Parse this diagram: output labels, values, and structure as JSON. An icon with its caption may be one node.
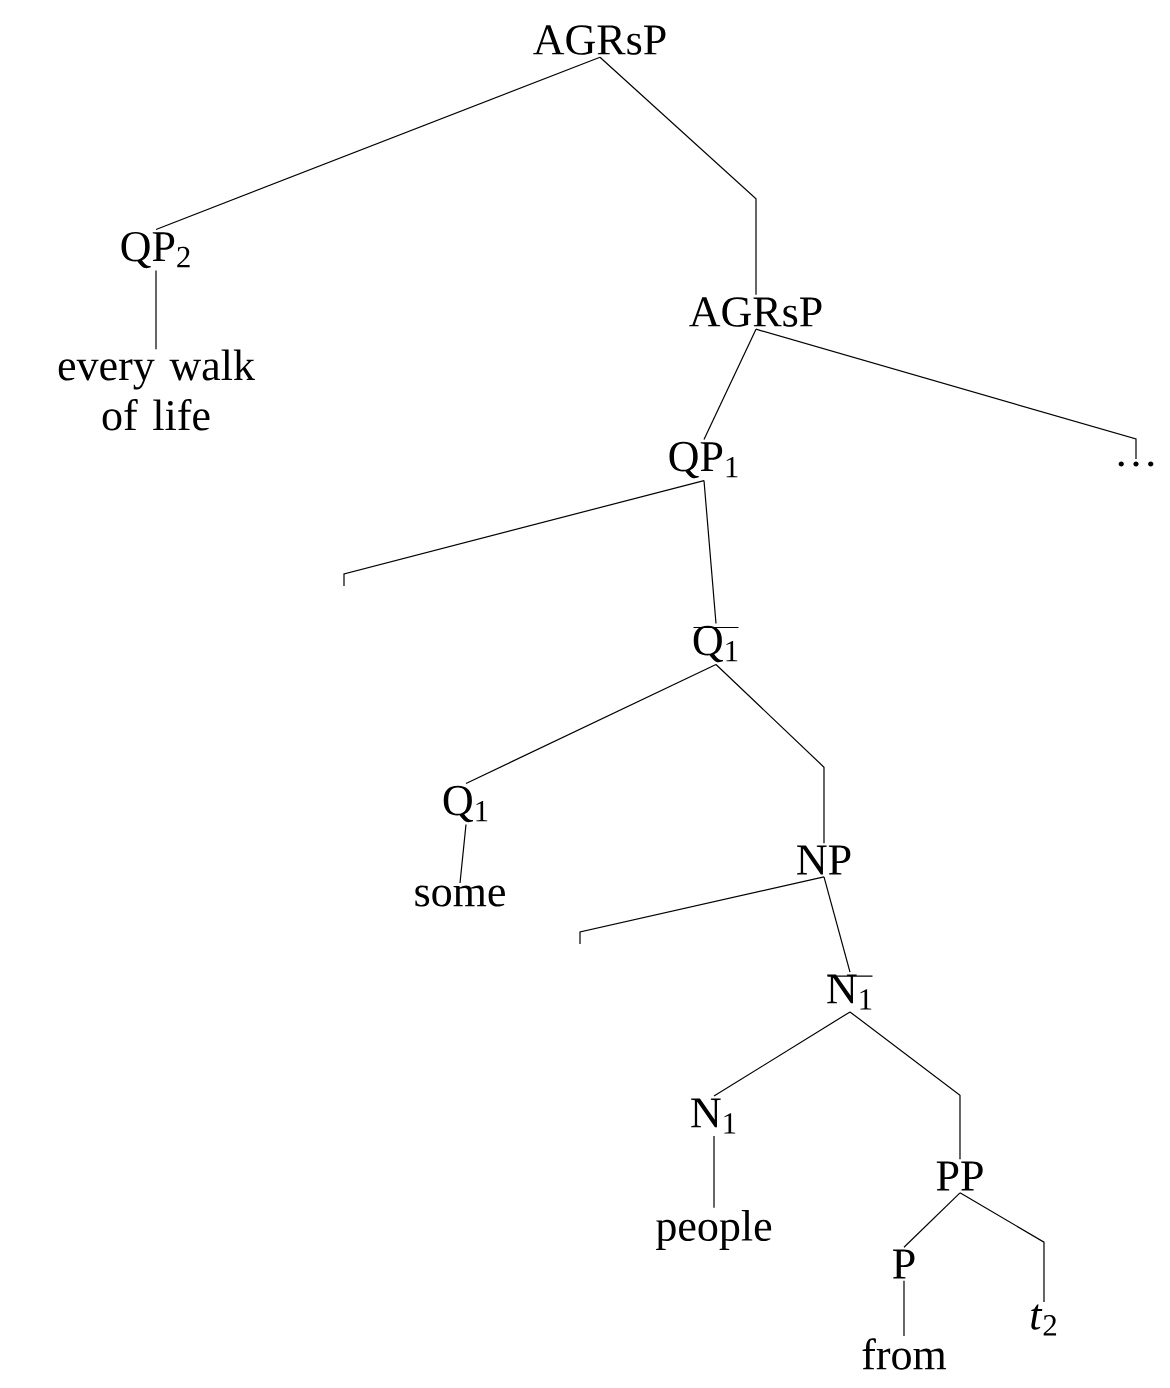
{
  "diagram": {
    "nodes": [
      {
        "text": [
          "AGRsP"
        ]
      },
      {
        "text": [
          "QP$_{2}$"
        ]
      },
      {
        "text": [
          "every walk of life"
        ]
      },
      {
        "text": [
          "AGRsP"
        ]
      },
      {
        "text": [
          "QP$_{1}$"
        ]
      },
      {
        "text": [
          "…"
        ]
      },
      {
        "text": [
          "Q$_{1}$"
        ]
      },
      {
        "text": [
          "Q$_{1}$"
        ]
      },
      {
        "text": [
          "some"
        ]
      },
      {
        "text": [
          "NP"
        ]
      },
      {
        "text": [
          "N$_{1}$"
        ]
      },
      {
        "text": [
          "N$_{1}$"
        ]
      },
      {
        "text": [
          "people"
        ]
      },
      {
        "text": [
          "PP"
        ]
      },
      {
        "text": [
          "P"
        ]
      },
      {
        "text": [
          "from"
        ]
      },
      {
        "text": [
          "*t*$_{2}$"
        ]
      }
    ],
    "edges": [
      {
        "from": 0,
        "to": 1,
        "arrow": "none"
      },
      {
        "from": 0,
        "to": 3,
        "arrow": "none"
      },
      {
        "from": 1,
        "to": 2,
        "arrow": "none"
      },
      {
        "from": 3,
        "to": 4,
        "arrow": "none"
      },
      {
        "from": 3,
        "to": 5,
        "arrow": "none"
      },
      {
        "from": 4,
        "to": null,
        "arrow": "none"
      },
      {
        "from": 4,
        "to": 6,
        "arrow": "none"
      },
      {
        "from": 6,
        "to": 7,
        "arrow": "none"
      },
      {
        "from": 6,
        "to": 9,
        "arrow": "none"
      },
      {
        "from": 9,
        "to": null,
        "arrow": "none"
      },
      {
        "from": 9,
        "to": 10,
        "arrow": "none"
      },
      {
        "from": 10,
        "to": 11,
        "arrow": "none"
      },
      {
        "from": 10,
        "to": 13,
        "arrow": "none"
      },
      {
        "from": 11,
        "to": 12,
        "arrow": "none"
      },
      {
        "from": 13,
        "to": 14,
        "arrow": "none"
      },
      {
        "from": 13,
        "to": 16,
        "arrow": "none"
      },
      {
        "from": 14,
        "to": 15,
        "arrow": "none"
      },
      {
        "from": 7,
        "to": 8,
        "arrow": "none"
      }
    ]
  }
}
